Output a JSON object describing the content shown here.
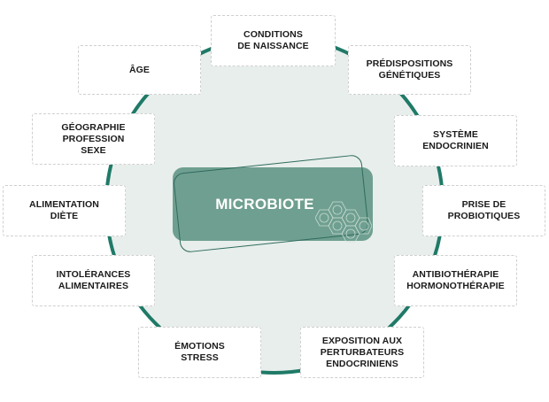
{
  "diagram": {
    "center_label": "MICROBIOTE",
    "factors": [
      {
        "id": "conditions-naissance",
        "text": "CONDITIONS\nDE NAISSANCE"
      },
      {
        "id": "age",
        "text": "ÂGE"
      },
      {
        "id": "predispositions-genetiques",
        "text": "PRÉDISPOSITIONS\nGÉNÉTIQUES"
      },
      {
        "id": "geographie-profession-sexe",
        "text": "GÉOGRAPHIE\nPROFESSION\nSEXE"
      },
      {
        "id": "systeme-endocrinien",
        "text": "SYSTÈME\nENDOCRINIEN"
      },
      {
        "id": "alimentation-diete",
        "text": "ALIMENTATION\nDIÈTE"
      },
      {
        "id": "prise-de-probiotiques",
        "text": "PRISE DE\nPROBIOTIQUES"
      },
      {
        "id": "intolerances-alimentaires",
        "text": "INTOLÉRANCES\nALIMENTAIRES"
      },
      {
        "id": "antibiotherapie-hormonotherapie",
        "text": "ANTIBIOTHÉRAPIE\nHORMONOTHÉRAPIE"
      },
      {
        "id": "emotions-stress",
        "text": "ÉMOTIONS\nSTRESS"
      },
      {
        "id": "exposition-perturbateurs",
        "text": "EXPOSITION AUX\nPERTURBATEURS\nENDOCRINIENS"
      }
    ]
  },
  "colors": {
    "ring": "#1f7a67",
    "ring_fill": "#e7eeeb",
    "center_fill": "#6f9f90",
    "text": "#1b1b1b"
  }
}
